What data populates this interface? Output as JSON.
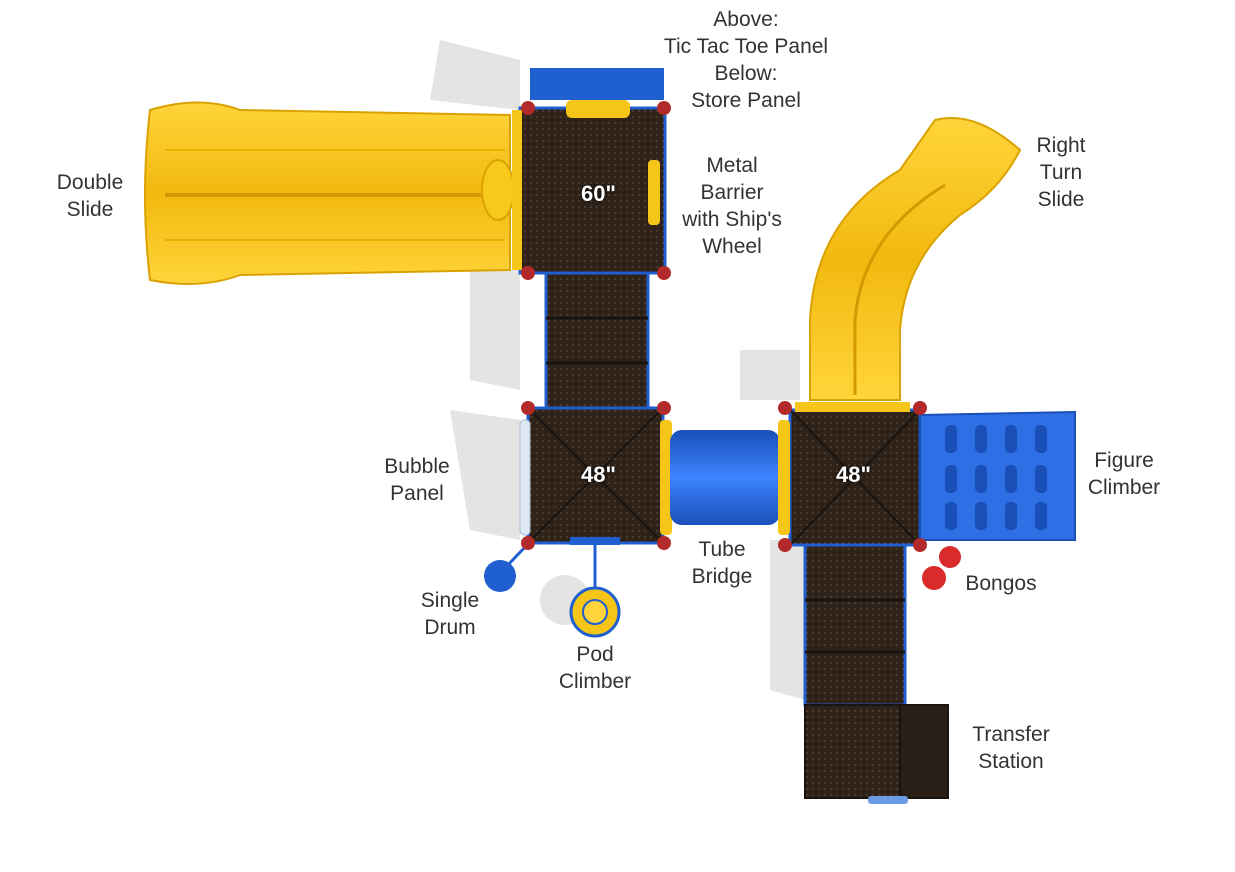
{
  "labels": {
    "above_tictactoe": [
      "Above:",
      "Tic Tac Toe Panel",
      "Below:",
      "Store Panel"
    ],
    "double_slide": [
      "Double",
      "Slide"
    ],
    "metal_barrier": [
      "Metal",
      "Barrier",
      "with Ship's",
      "Wheel"
    ],
    "right_turn_slide": [
      "Right",
      "Turn",
      "Slide"
    ],
    "bubble_panel": [
      "Bubble",
      "Panel"
    ],
    "figure_climber": [
      "Figure",
      "Climber"
    ],
    "tube_bridge": [
      "Tube",
      "Bridge"
    ],
    "bongos": [
      "Bongos"
    ],
    "single_drum": [
      "Single",
      "Drum"
    ],
    "pod_climber": [
      "Pod",
      "Climber"
    ],
    "transfer_station": [
      "Transfer",
      "Station"
    ]
  },
  "deck_heights": {
    "top_deck": "60\"",
    "left_deck": "48\"",
    "right_deck": "48\""
  },
  "colors": {
    "deck": "#2e2219",
    "slide_yellow": "#f5c518",
    "blue": "#1f5fcf",
    "red_clamp": "#b22a2a",
    "label_text": "#333333"
  }
}
